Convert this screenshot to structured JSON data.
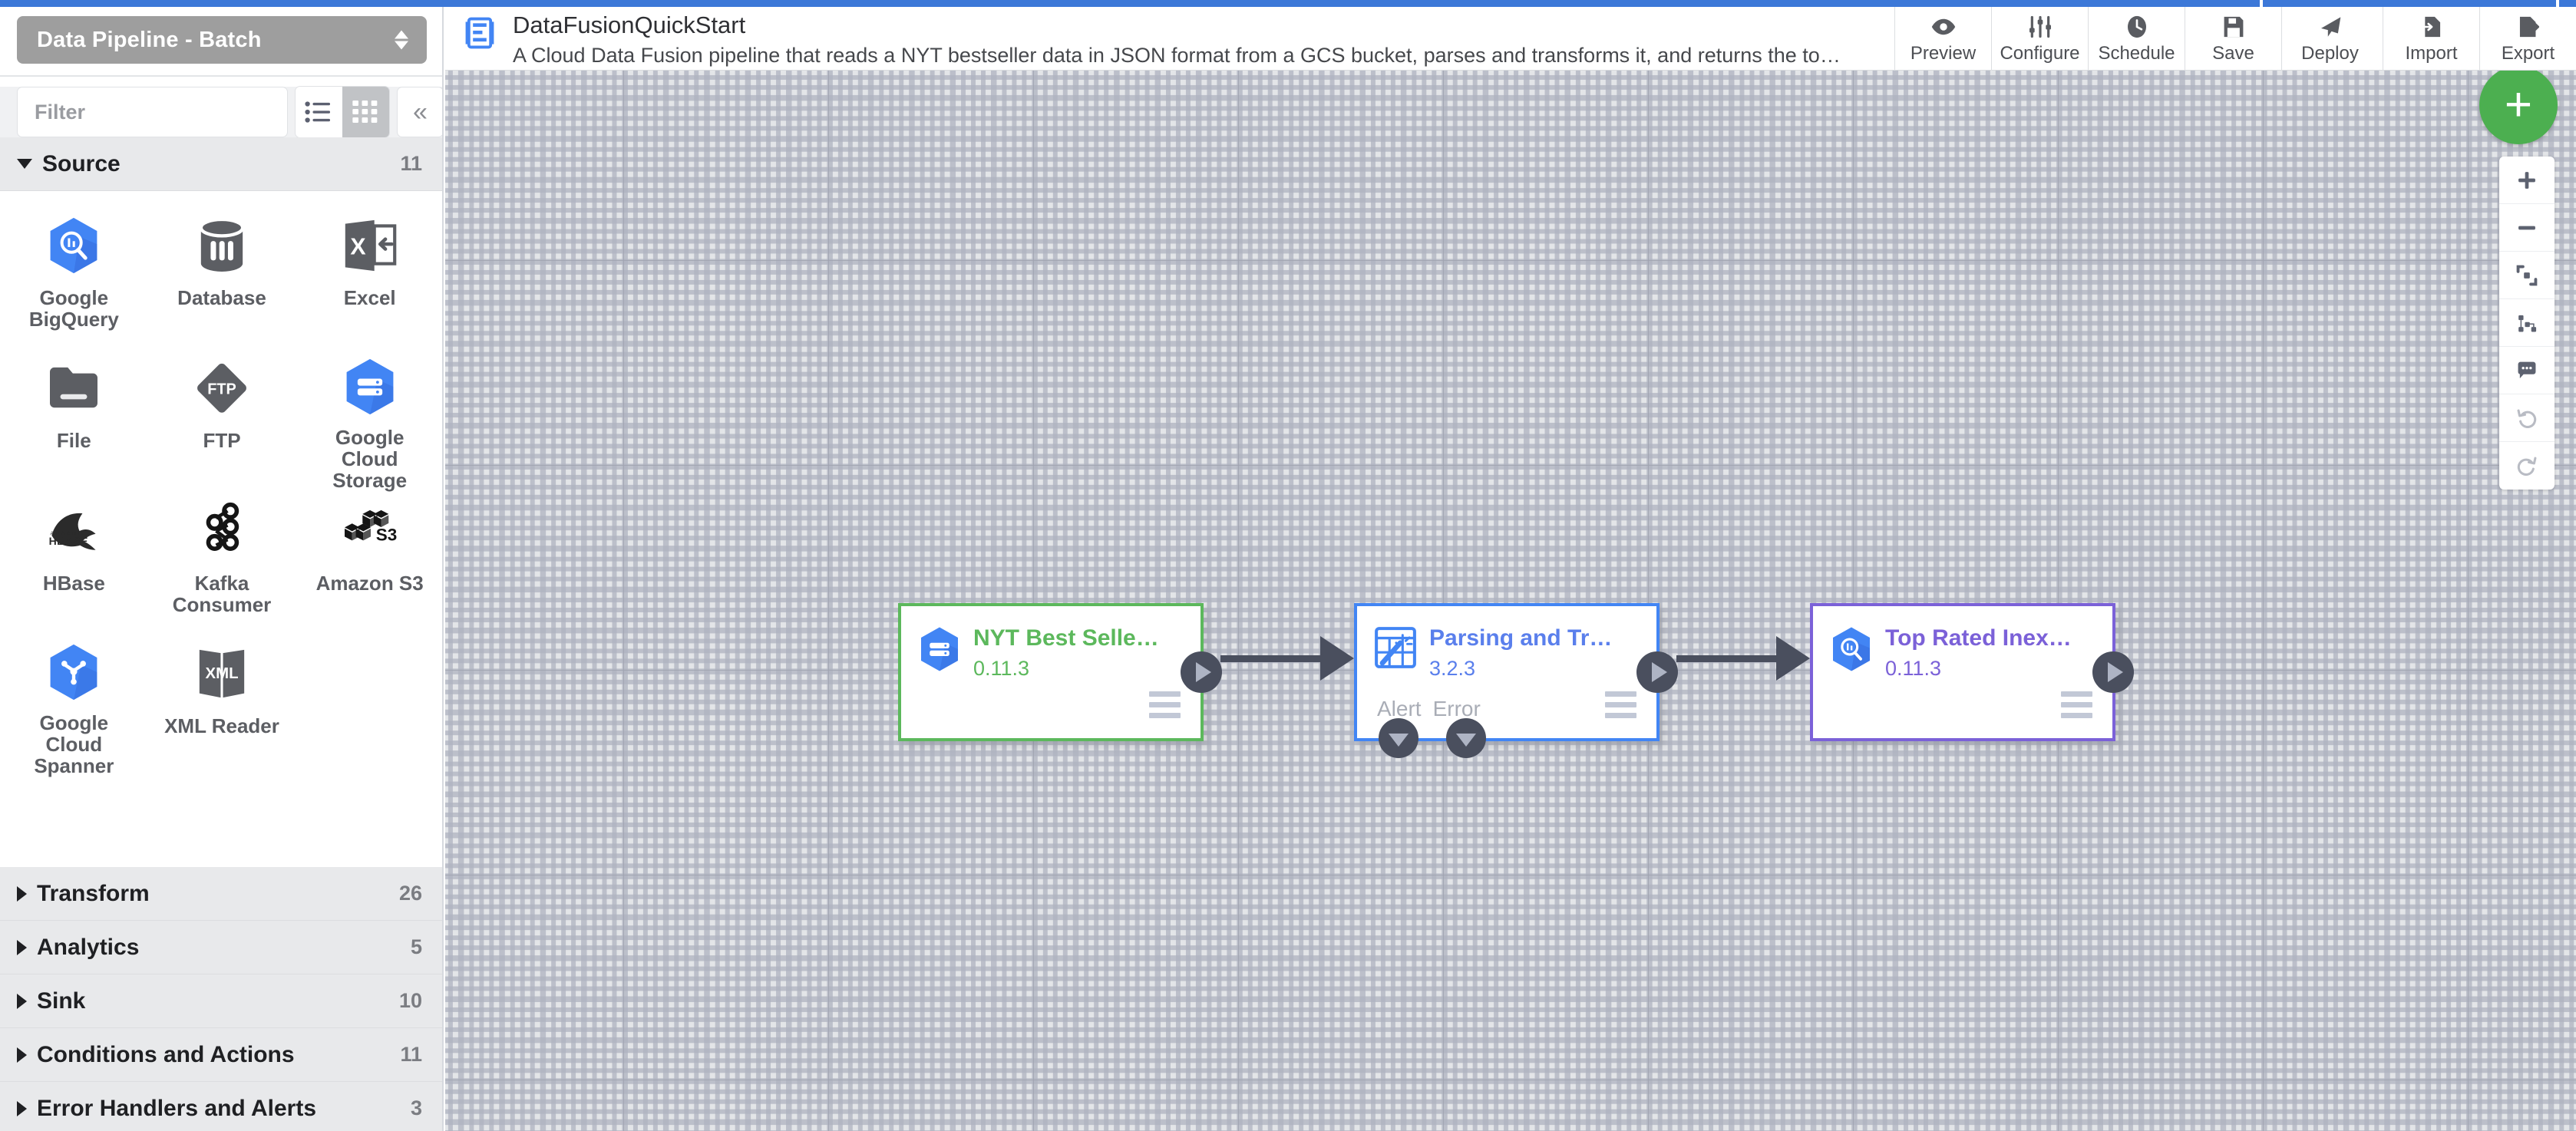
{
  "theme": {
    "brand_blue": "#3c78d8",
    "source_node_green": "#5cb85c",
    "transform_node_blue": "#4285f4",
    "sink_node_purple": "#7b61d8",
    "fab_green": "#4caf50",
    "annotation_red": "#e8472a",
    "canvas_bg": "#e3e5e8"
  },
  "sidebar": {
    "artifact_select": {
      "value": "Data Pipeline - Batch",
      "icon": "spinner-arrows-icon"
    },
    "filter": {
      "placeholder": "Filter",
      "value": ""
    },
    "view_toggle": {
      "list_label": "list-view-icon",
      "grid_label": "grid-view-icon",
      "active": "grid"
    },
    "collapse_label": "«",
    "sections": [
      {
        "id": "source",
        "label": "Source",
        "count": "11",
        "expanded": true
      },
      {
        "id": "transform",
        "label": "Transform",
        "count": "26",
        "expanded": false
      },
      {
        "id": "analytics",
        "label": "Analytics",
        "count": "5",
        "expanded": false
      },
      {
        "id": "sink",
        "label": "Sink",
        "count": "10",
        "expanded": false
      },
      {
        "id": "conditions",
        "label": "Conditions and Actions",
        "count": "11",
        "expanded": false
      },
      {
        "id": "errors",
        "label": "Error Handlers and Alerts",
        "count": "3",
        "expanded": false
      }
    ],
    "plugins": [
      {
        "label": "Google BigQuery",
        "icon": "bigquery-hexagon-icon"
      },
      {
        "label": "Database",
        "icon": "database-cylinder-icon"
      },
      {
        "label": "Excel",
        "icon": "excel-icon"
      },
      {
        "label": "File",
        "icon": "folder-icon"
      },
      {
        "label": "FTP",
        "icon": "ftp-diamond-icon"
      },
      {
        "label": "Google Cloud Storage",
        "icon": "gcs-hexagon-icon"
      },
      {
        "label": "HBase",
        "icon": "hbase-orca-icon"
      },
      {
        "label": "Kafka Consumer",
        "icon": "kafka-icon"
      },
      {
        "label": "Amazon S3",
        "icon": "amazon-s3-icon"
      },
      {
        "label": "Google Cloud Spanner",
        "icon": "spanner-hexagon-icon"
      },
      {
        "label": "XML Reader",
        "icon": "xml-book-icon"
      }
    ]
  },
  "topbar": {
    "pipeline_icon": "data-fusion-pipeline-icon",
    "pipeline_name": "DataFusionQuickStart",
    "pipeline_description": "A Cloud Data Fusion pipeline that reads a NYT bestseller data in JSON format from a GCS bucket, parses and transforms it, and returns the top rated book…",
    "actions": [
      {
        "id": "preview",
        "label": "Preview",
        "icon": "eye-icon"
      },
      {
        "id": "configure",
        "label": "Configure",
        "icon": "sliders-icon"
      },
      {
        "id": "schedule",
        "label": "Schedule",
        "icon": "clock-icon"
      },
      {
        "id": "save",
        "label": "Save",
        "icon": "floppy-disk-icon"
      },
      {
        "id": "deploy",
        "label": "Deploy",
        "icon": "paper-plane-icon"
      },
      {
        "id": "import",
        "label": "Import",
        "icon": "import-arrow-icon"
      },
      {
        "id": "export",
        "label": "Export",
        "icon": "export-arrow-icon"
      }
    ]
  },
  "canvas": {
    "fab_label": "+",
    "fab_name": "add-plugin-fab",
    "annotation": {
      "type": "red-arrow-up",
      "points_at": "Deploy"
    },
    "zoom_tools": [
      {
        "id": "zoom-in",
        "icon": "plus-icon",
        "enabled": true
      },
      {
        "id": "zoom-out",
        "icon": "minus-icon",
        "enabled": true
      },
      {
        "id": "fit-screen",
        "icon": "fit-to-screen-icon",
        "enabled": true
      },
      {
        "id": "align",
        "icon": "align-nodes-icon",
        "enabled": true
      },
      {
        "id": "comments",
        "icon": "comment-icon",
        "enabled": true
      },
      {
        "id": "undo",
        "icon": "undo-icon",
        "enabled": false
      },
      {
        "id": "redo",
        "icon": "redo-icon",
        "enabled": false
      }
    ],
    "nodes": [
      {
        "id": "node-source",
        "title": "NYT Best Selle…",
        "version": "0.11.3",
        "icon": "gcs-hexagon-icon",
        "color": "green",
        "menu": "node-menu-icon",
        "out_port": true,
        "endpoints": []
      },
      {
        "id": "node-transform",
        "title": "Parsing and Tr…",
        "version": "3.2.3",
        "icon": "wrangler-icon",
        "color": "blue",
        "menu": "node-menu-icon",
        "out_port": true,
        "endpoints": [
          "Alert",
          "Error"
        ]
      },
      {
        "id": "node-sink",
        "title": "Top Rated Inex…",
        "version": "0.11.3",
        "icon": "bigquery-hexagon-icon",
        "color": "purple",
        "menu": "node-menu-icon",
        "out_port": true,
        "endpoints": []
      }
    ],
    "connections": [
      {
        "from": "node-source",
        "to": "node-transform"
      },
      {
        "from": "node-transform",
        "to": "node-sink"
      }
    ]
  }
}
